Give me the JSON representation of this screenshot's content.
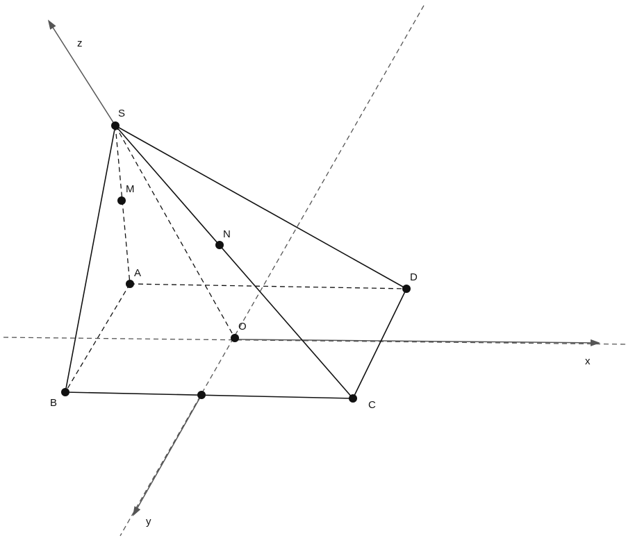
{
  "diagram": {
    "colors": {
      "ink": "#111111",
      "axis": "#555555"
    },
    "axes": {
      "x": "x",
      "y": "y",
      "z": "z"
    },
    "points": {
      "S": "S",
      "M": "M",
      "N": "N",
      "A": "A",
      "O": "O",
      "D": "D",
      "B": "B",
      "C": "C"
    }
  }
}
